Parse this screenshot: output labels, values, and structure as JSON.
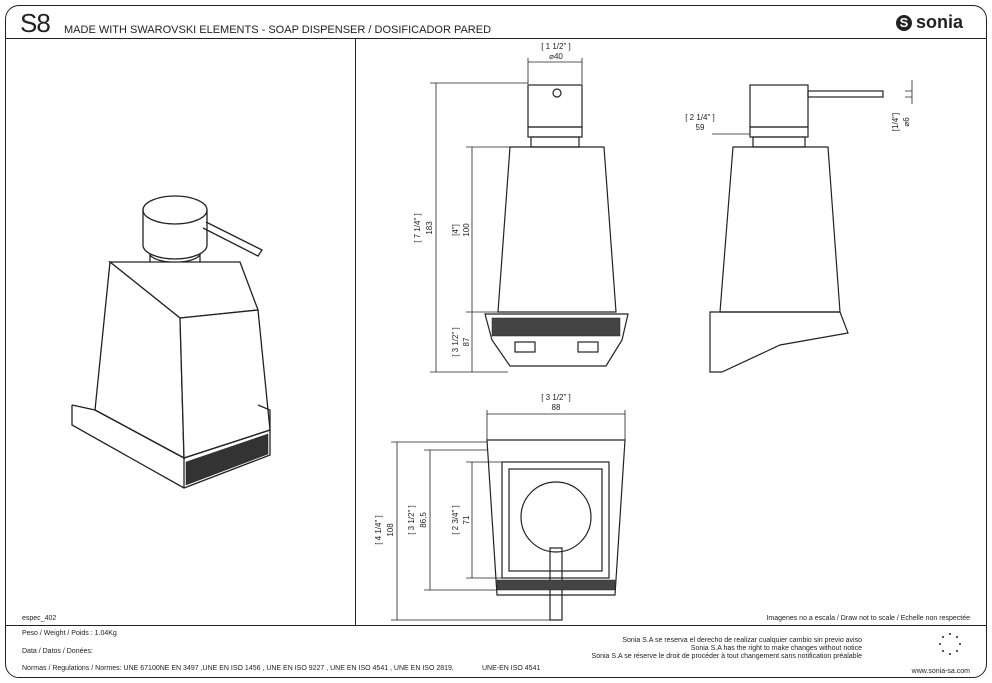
{
  "header": {
    "model": "S8",
    "title": "MADE WITH SWAROVSKI ELEMENTS - SOAP DISPENSER  / DOSIFICADOR PARED",
    "brand": "sonia"
  },
  "left_panel": {
    "code": "espec_402"
  },
  "right_panel": {
    "scale_note": "Imagenes no a escala / Draw not to scale / Echelle non respectée"
  },
  "dimensions": {
    "top_width_in": "[ 1 1/2\" ]",
    "top_width_mm": "⌀40",
    "total_height_in": "[ 7 1/4\" ]",
    "total_height_mm": "183",
    "body_height_in": "[4\"]",
    "body_height_mm": "100",
    "base_height_in": "[ 3 1/2\" ]",
    "base_height_mm": "87",
    "spout_in": "[ 2 1/4\" ]",
    "spout_mm": "59",
    "spout_dia_in": "[1/4\"]",
    "spout_dia_mm": "⌀6",
    "plan_width_in": "[ 3 1/2\" ]",
    "plan_width_mm": "88",
    "plan_depth_in": "[ 4 1/4\" ]",
    "plan_depth_mm": "108",
    "plan_depth2_in": "[ 3 1/2\" ]",
    "plan_depth2_mm": "86,5",
    "plan_inner_in": "[ 2 3/4\" ]",
    "plan_inner_mm": "71"
  },
  "footer": {
    "weight": "Peso / Weight / Poids : 1.04Kg",
    "date": "Data / Datos / Donées:",
    "norms": "Normas / Regulations / Normes: UNE 67100NE  EN 3497 ,UNE EN ISO 1456 , UNE EN ISO 9227 , UNE EN ISO 4541 , UNE EN ISO 2819,",
    "norms2": "UNE-EN ISO 4541",
    "notice_es": "Sonia S.A se reserva el derecho de realizar cualquier cambio sin previo aviso",
    "notice_en": "Sonia S.A has the right to make changes without notice",
    "notice_fr": "Sonia S.A se réserve le droit de procéder à tout changement sans notification préalable",
    "website": "www.sonia-sa.com"
  }
}
